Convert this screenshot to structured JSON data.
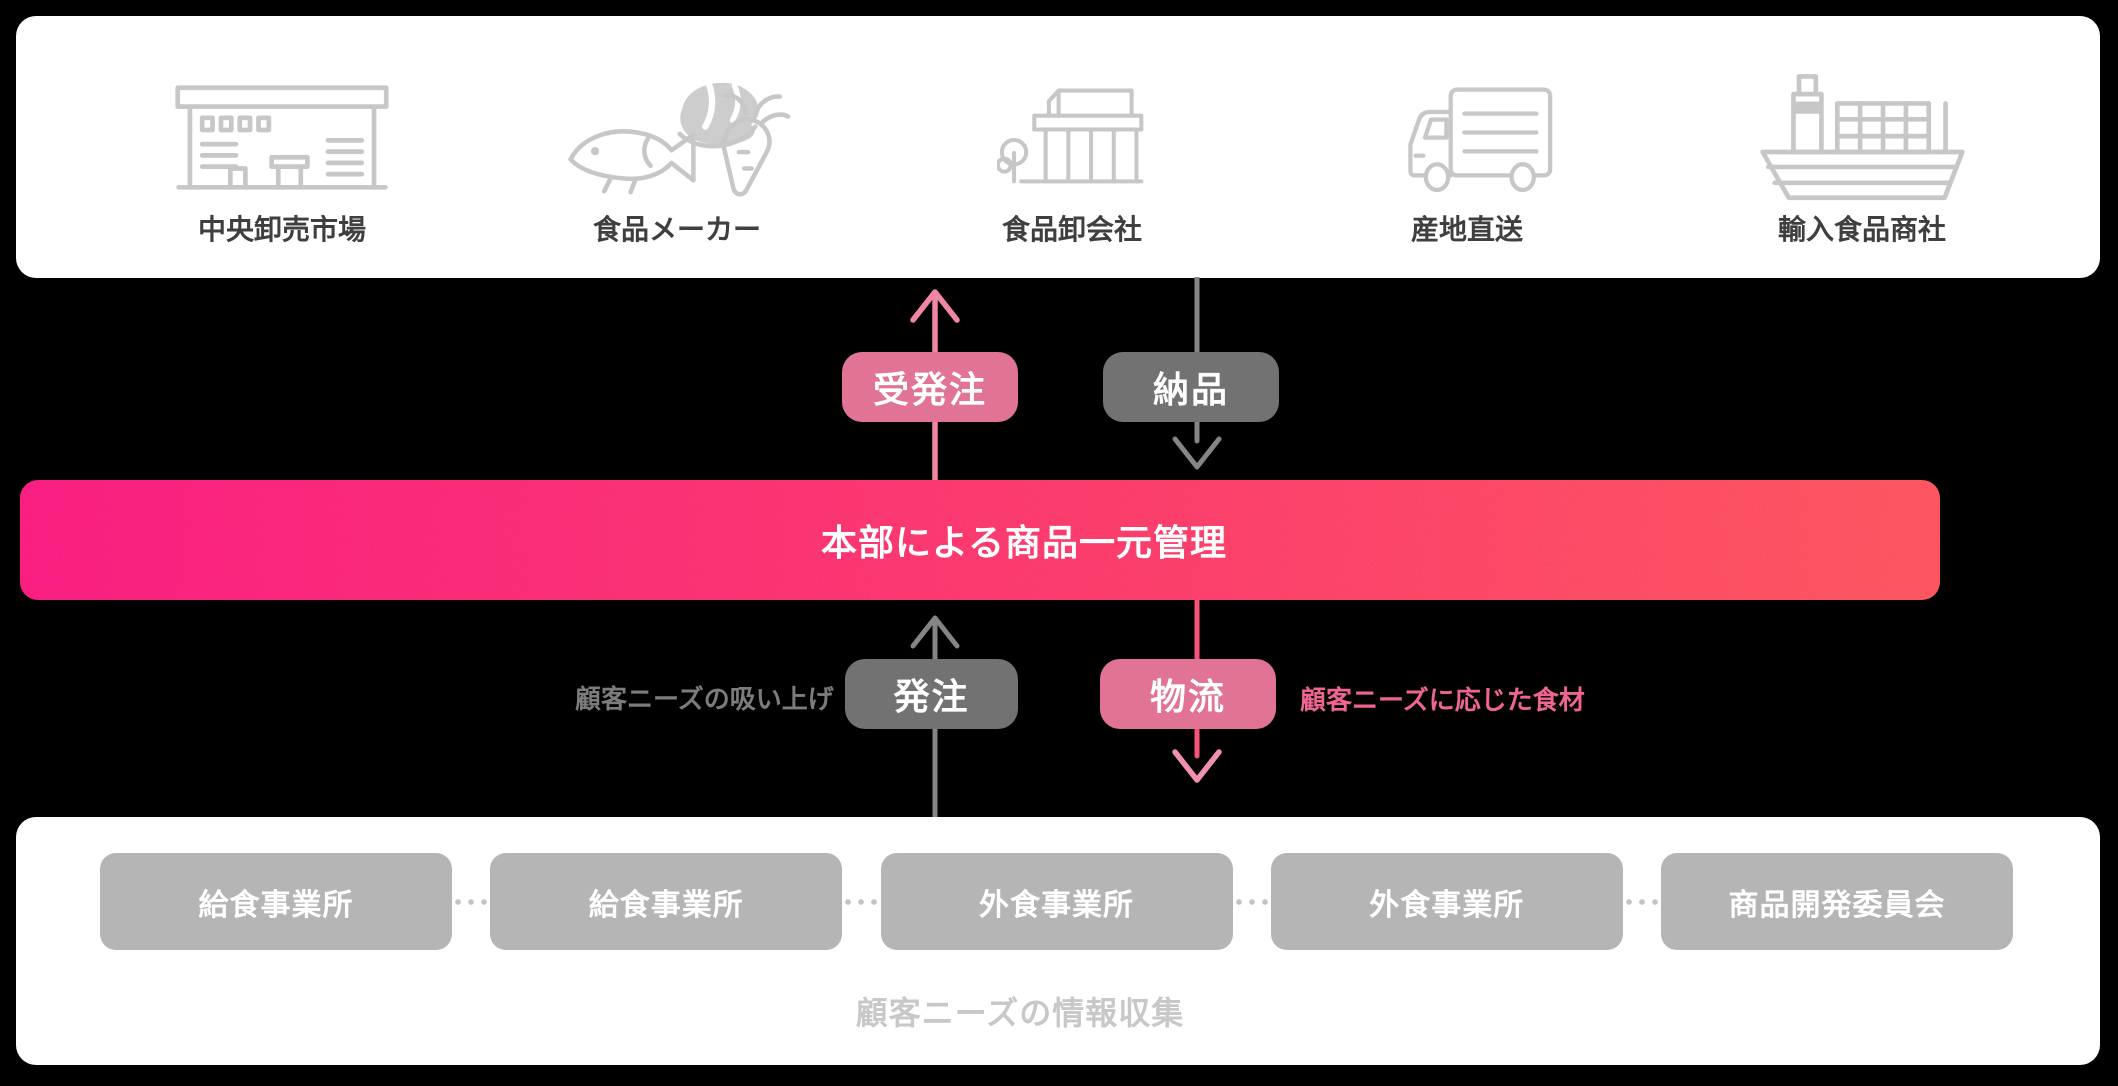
{
  "suppliers": {
    "items": [
      {
        "label": "中央卸売市場",
        "icon": "market-building-icon"
      },
      {
        "label": "食品メーカー",
        "icon": "fish-meat-carrot-icon"
      },
      {
        "label": "食品卸会社",
        "icon": "office-building-icon"
      },
      {
        "label": "産地直送",
        "icon": "delivery-truck-icon"
      },
      {
        "label": "輸入食品商社",
        "icon": "cargo-ship-icon"
      }
    ]
  },
  "upper_flow": {
    "order_label": "受発注",
    "delivery_label": "納品"
  },
  "hub": {
    "label": "本部による商品一元管理"
  },
  "lower_flow": {
    "order_label": "発注",
    "logistics_label": "物流",
    "left_note": "顧客ニーズの吸い上げ",
    "right_note": "顧客ニーズに応じた食材"
  },
  "sites": {
    "items": [
      {
        "label": "給食事業所"
      },
      {
        "label": "給食事業所"
      },
      {
        "label": "外食事業所"
      },
      {
        "label": "外食事業所"
      },
      {
        "label": "商品開発委員会"
      }
    ],
    "caption": "顧客ニーズの情報収集"
  },
  "colors": {
    "accent_pink_button": "#e17394",
    "flow_pink_arrow": "#f287a4",
    "strong_pink_line": "#f6527a",
    "accent_pink_text": "#ed6590",
    "gray_button": "#727272",
    "gray_arrow": "#858585",
    "bar_gradient_left": "#f9197b",
    "bar_gradient_right": "#fc4f59",
    "icon_gray": "#c7c7c7",
    "site_box_gray": "#b5b5b5",
    "caption_gray": "#c8c8c8"
  }
}
